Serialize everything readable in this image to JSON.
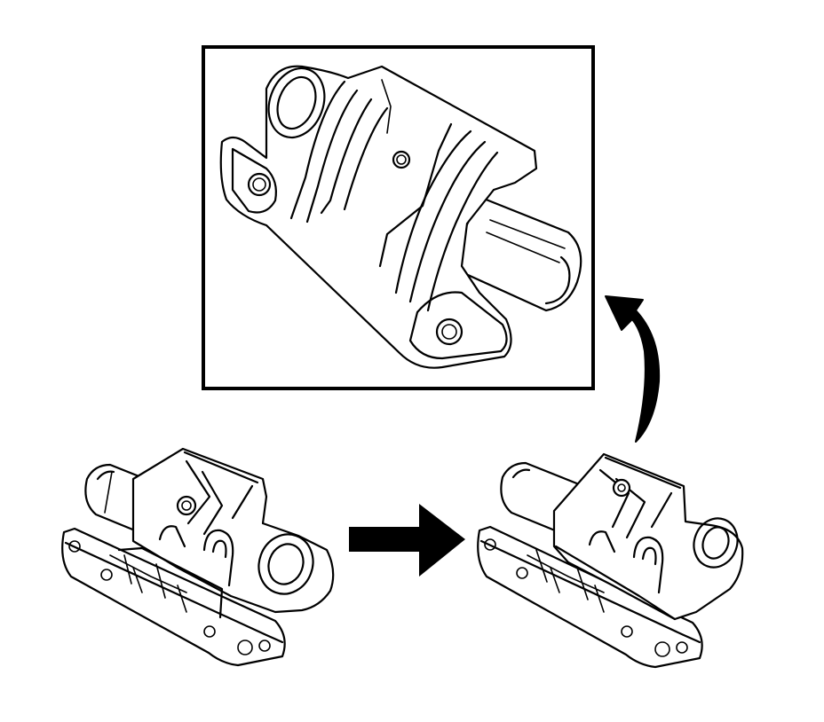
{
  "diagram": {
    "panels": [
      {
        "id": "detail",
        "icon": "heat-shield-detail-icon"
      },
      {
        "id": "before",
        "icon": "column-assembly-without-shield-icon"
      },
      {
        "id": "after",
        "icon": "column-assembly-with-shield-icon"
      }
    ],
    "arrows": [
      {
        "id": "process",
        "icon": "right-arrow-icon",
        "color": "#000000"
      },
      {
        "id": "callout",
        "icon": "curved-arrow-up-icon",
        "color": "#000000"
      }
    ],
    "colors": {
      "line": "#000000",
      "background": "#ffffff"
    }
  }
}
